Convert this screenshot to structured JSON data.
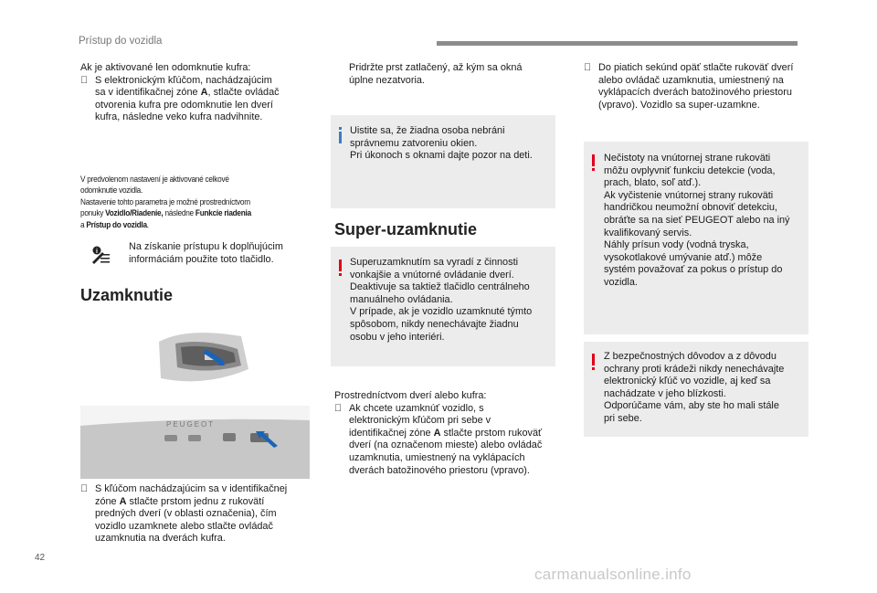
{
  "header": {
    "title": "Prístup do vozidla"
  },
  "page_number": "42",
  "watermark": "carmanualsonline.info",
  "col1": {
    "intro": "Ak je aktivované len odomknutie kufra:",
    "intro_bullet_a": "S elektronickým kľúčom, nachádzajúcim",
    "intro_bullet_b": "sa v identifikačnej zóne ",
    "intro_bullet_b_bold": "A",
    "intro_bullet_b_rest": ", stlačte ovládač",
    "intro_bullet_c": "otvorenia kufra pre odomknutie len dverí",
    "intro_bullet_d": "kufra, následne veko kufra nadvihnite.",
    "note_l1": "V predvolenom nastavení je aktivované celkové",
    "note_l2": "odomknutie vozidla.",
    "note_l3": "Nastavenie tohto parametra je možné prostredníctvom",
    "note_l4a": "ponuky ",
    "note_l4b": "Vozidlo/Riadenie,",
    "note_l4c": " následne ",
    "note_l4d": "Funkcie riadenia",
    "note_l5a": "a ",
    "note_l5b": "Prístup do vozidla",
    "note_l5c": ".",
    "help_l1": "Na získanie prístupu k doplňujúcim",
    "help_l2": "informáciám použite toto tlačidlo.",
    "section_title": "Uzamknutie",
    "car_label": "PEUGEOT",
    "lock_l1": "S kľúčom nachádzajúcim sa v identifikačnej",
    "lock_l2a": "zóne ",
    "lock_l2b": "A",
    "lock_l2c": " stlačte prstom jednu z rukovätí",
    "lock_l3": "predných dverí (v oblasti označenia), čím",
    "lock_l4": "vozidlo uzamknete alebo stlačte ovládač",
    "lock_l5": "uzamknutia na dverách kufra."
  },
  "col2": {
    "hold_l1": "Pridržte prst zatlačený, až kým sa okná",
    "hold_l2": "úplne nezatvoria.",
    "info_l1": "Uistite sa, že žiadna osoba nebráni",
    "info_l2": "správnemu zatvoreniu okien.",
    "info_l3": "Pri úkonoch s oknami dajte pozor na deti.",
    "section_title": "Super-uzamknutie",
    "warn_lines": [
      "Superuzamknutím sa vyradí z činnosti",
      "vonkajšie a vnútorné ovládanie dverí.",
      "Deaktivuje sa taktiež tlačidlo centrálneho",
      "manuálneho ovládania.",
      "V prípade, ak je vozidlo uzamknuté týmto",
      "spôsobom, nikdy nenechávajte žiadnu",
      "osobu v jeho interiéri."
    ],
    "via_l1": "Prostredníctvom dverí alebo kufra:",
    "via_b1": "Ak chcete uzamknúť vozidlo, s",
    "via_b2": "elektronickým kľúčom pri sebe v",
    "via_b3a": "identifikačnej zóne ",
    "via_b3b": "A",
    "via_b3c": " stlačte prstom rukoväť",
    "via_b4": "dverí (na označenom mieste) alebo ovládač",
    "via_b5": "uzamknutia, umiestnený na vyklápacích",
    "via_b6": "dverách batožinového priestoru (vpravo)."
  },
  "col3": {
    "b_lines": [
      "Do piatich sekúnd opäť stlačte rukoväť dverí",
      "alebo ovládač uzamknutia, umiestnený na",
      "vyklápacích dverách batožinového priestoru",
      "(vpravo). Vozidlo sa super-uzamkne."
    ],
    "warn1_lines": [
      "Nečistoty na vnútornej strane rukoväti",
      "môžu ovplyvniť funkciu detekcie (voda,",
      "prach, blato, soľ atď.).",
      "Ak vyčistenie vnútornej strany rukoväti",
      "handričkou neumožní obnoviť detekciu,",
      "obráťte sa na sieť PEUGEOT alebo na iný",
      "kvalifikovaný servis.",
      "Náhly prísun vody (vodná tryska,",
      "vysokotlakové umývanie atď.) môže",
      "systém považovať za pokus o prístup do",
      "vozidla."
    ],
    "warn2_lines": [
      "Z bezpečnostných dôvodov a z dôvodu",
      "ochrany proti krádeži nikdy nenechávajte",
      "elektronický kľúč vo vozidle, aj keď sa",
      "nachádzate v jeho blízkosti.",
      "Odporúčame vám, aby ste ho mali stále",
      "pri sebe."
    ]
  },
  "icons": {
    "bullet": "arrow-bullet-icon",
    "warning": "warning-icon",
    "info": "info-icon",
    "help": "help-book-icon"
  }
}
